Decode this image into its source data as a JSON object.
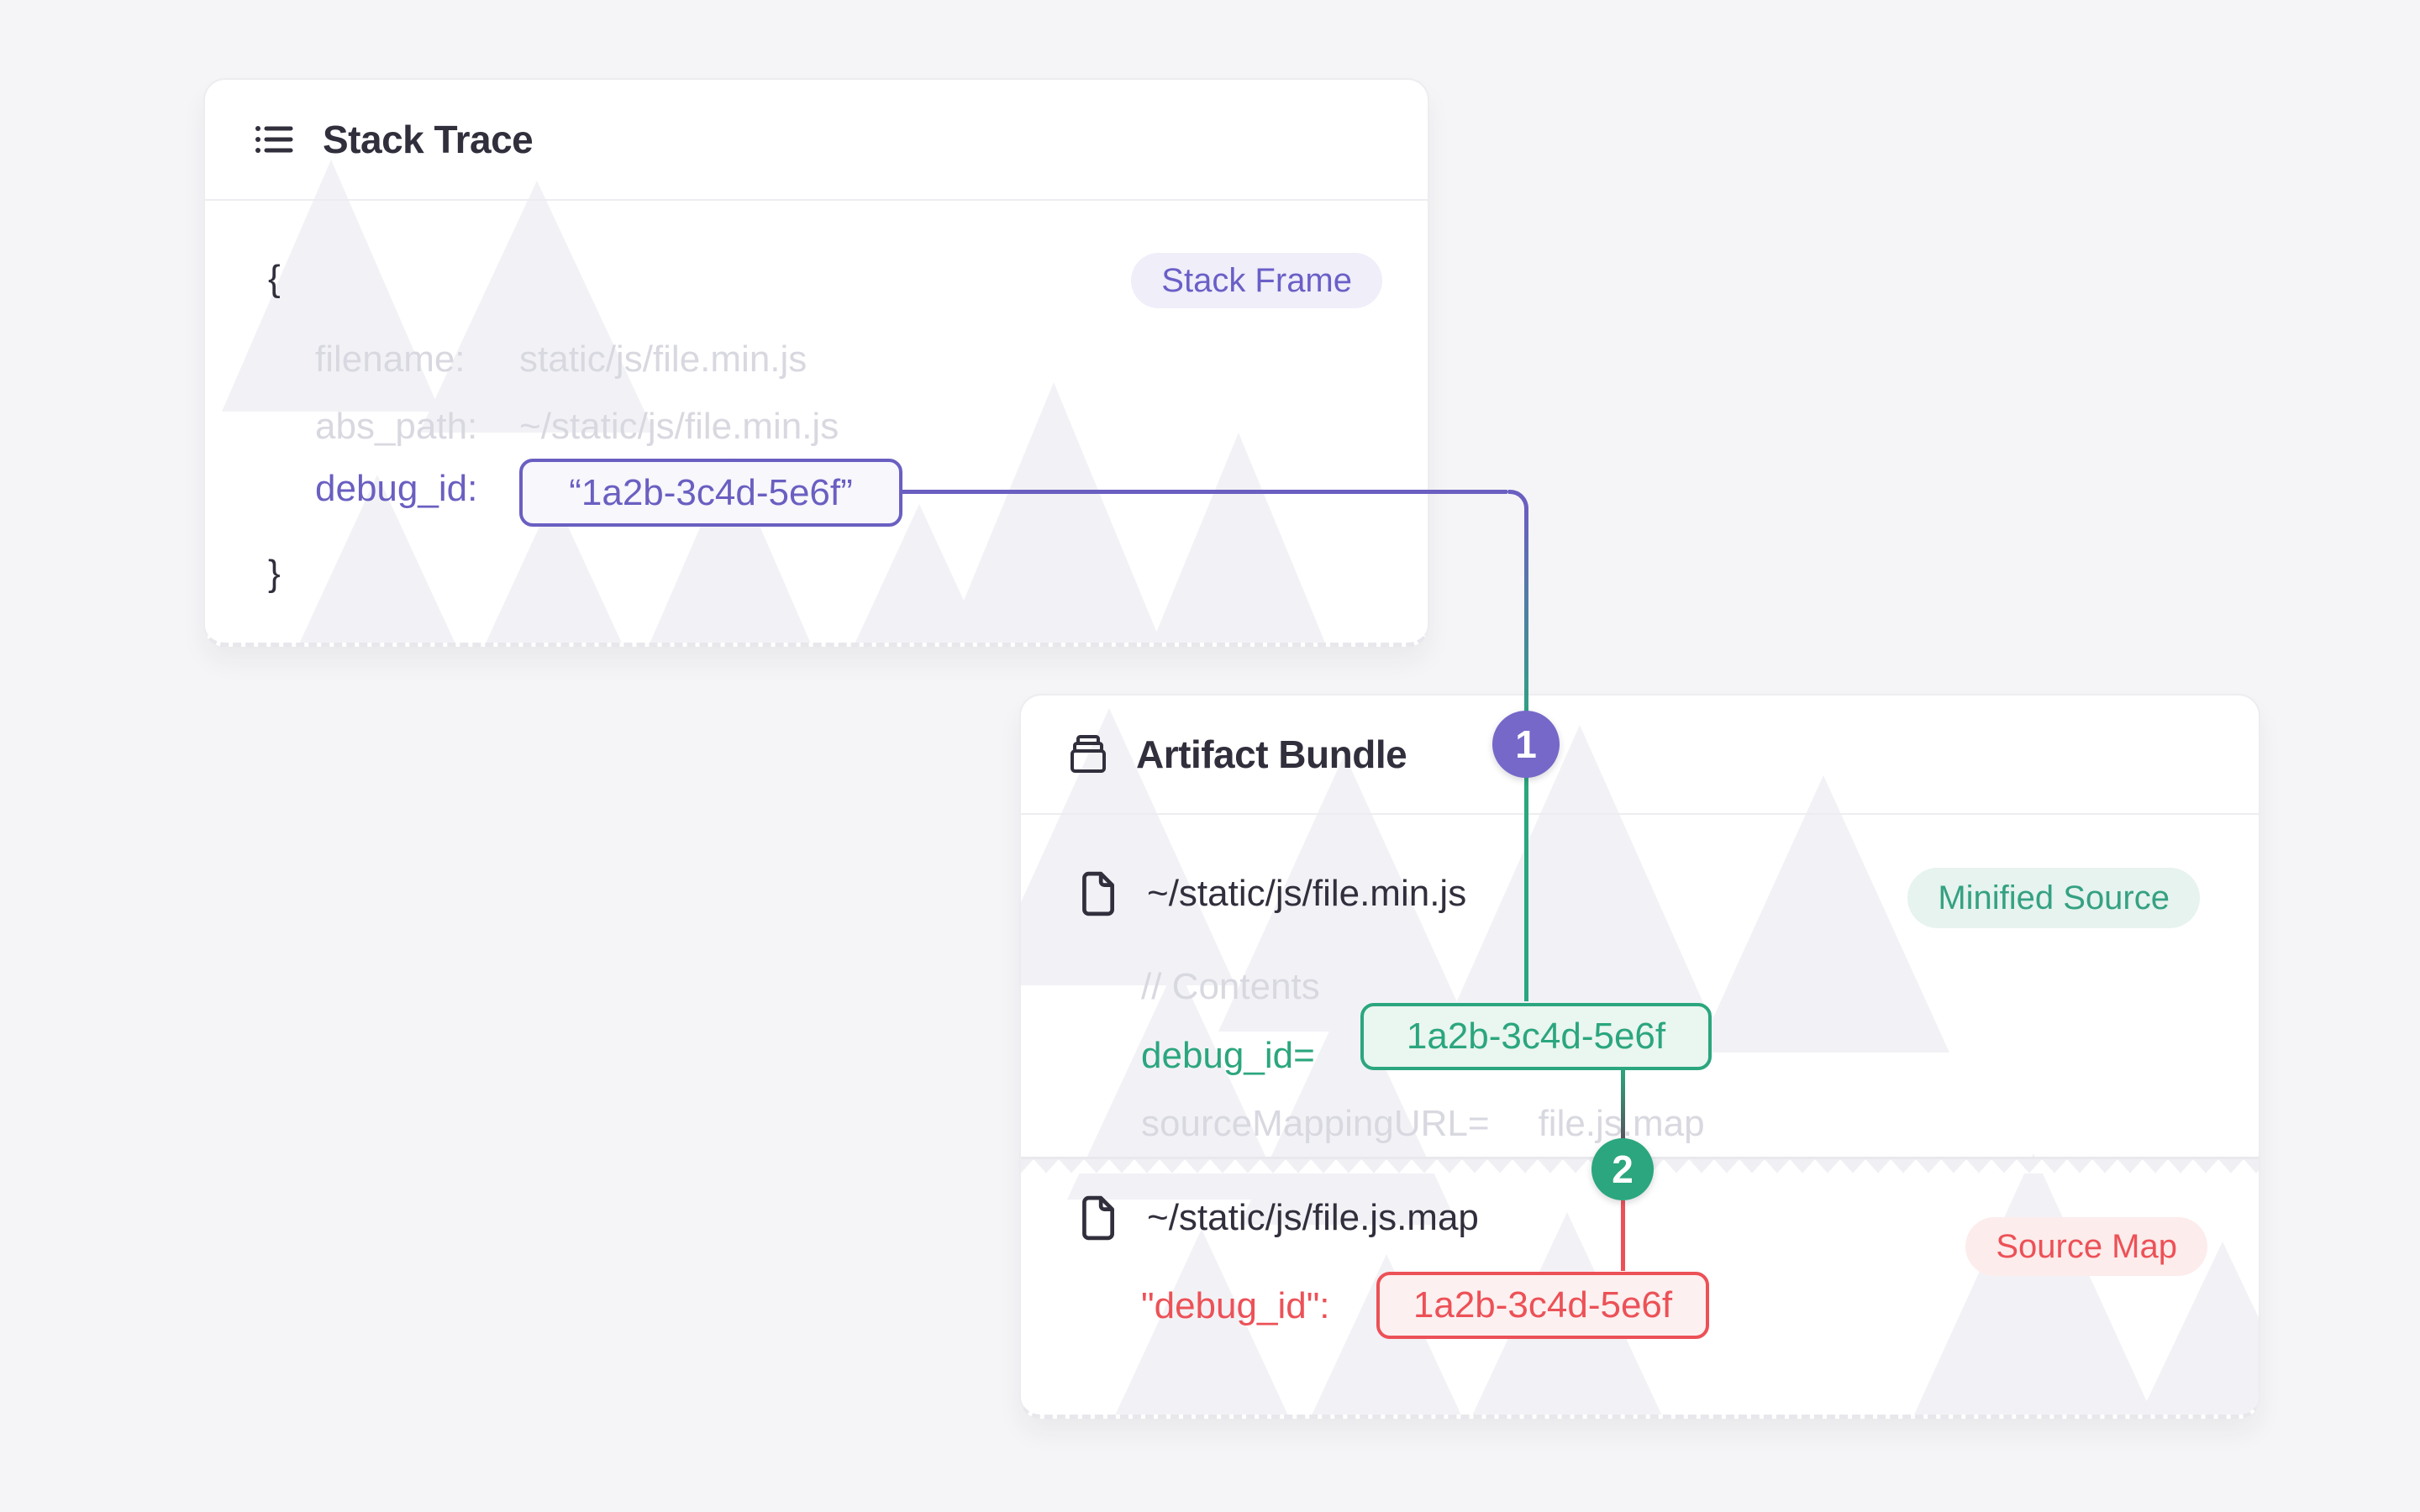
{
  "stack_trace_card": {
    "title": "Stack Trace",
    "badge": "Stack Frame",
    "code": {
      "open_brace": "{",
      "close_brace": "}",
      "filename_label": "filename:",
      "filename_value": "static/js/file.min.js",
      "abs_path_label": "abs_path:",
      "abs_path_value": "~/static/js/file.min.js",
      "debug_id_label": "debug_id:",
      "debug_id_value": "“1a2b-3c4d-5e6f”"
    }
  },
  "artifact_bundle_card": {
    "title": "Artifact Bundle",
    "minified_source": {
      "path": "~/static/js/file.min.js",
      "badge": "Minified Source",
      "contents_comment": "// Contents",
      "debug_id_label": "debug_id=",
      "debug_id_value": "1a2b-3c4d-5e6f",
      "source_mapping_label": "sourceMappingURL=",
      "source_mapping_value": "file.js.map"
    },
    "source_map": {
      "path": "~/static/js/file.js.map",
      "badge": "Source Map",
      "debug_id_label": "\"debug_id\":",
      "debug_id_value": "1a2b-3c4d-5e6f"
    }
  },
  "connectors": {
    "step1": "1",
    "step2": "2"
  },
  "icons": {
    "stack_header": "list-icon",
    "artifact_header": "archive-box-icon",
    "file_rows": "file-icon"
  },
  "colors": {
    "page_bg": "#F5F5F7",
    "card_bg": "#FFFFFF",
    "card_border": "#EDEDF1",
    "mountain_pattern": "#F2F2F6",
    "dark_text": "#322F3D",
    "ghost_text": "#D8D8E0",
    "purple": "#6A5FC1",
    "purple_circle": "#7568C9",
    "purple_badge_bg": "#EFEEF9",
    "green": "#2BA67E",
    "green_chip_bg": "#EAF6F0",
    "green_badge_bg": "#E6F3EE",
    "green_badge_text": "#35A182",
    "red": "#EC5157",
    "red_chip_bg": "#FDF0F0",
    "red_badge_bg": "#FDECEC",
    "connector_gray": "#55555E"
  }
}
